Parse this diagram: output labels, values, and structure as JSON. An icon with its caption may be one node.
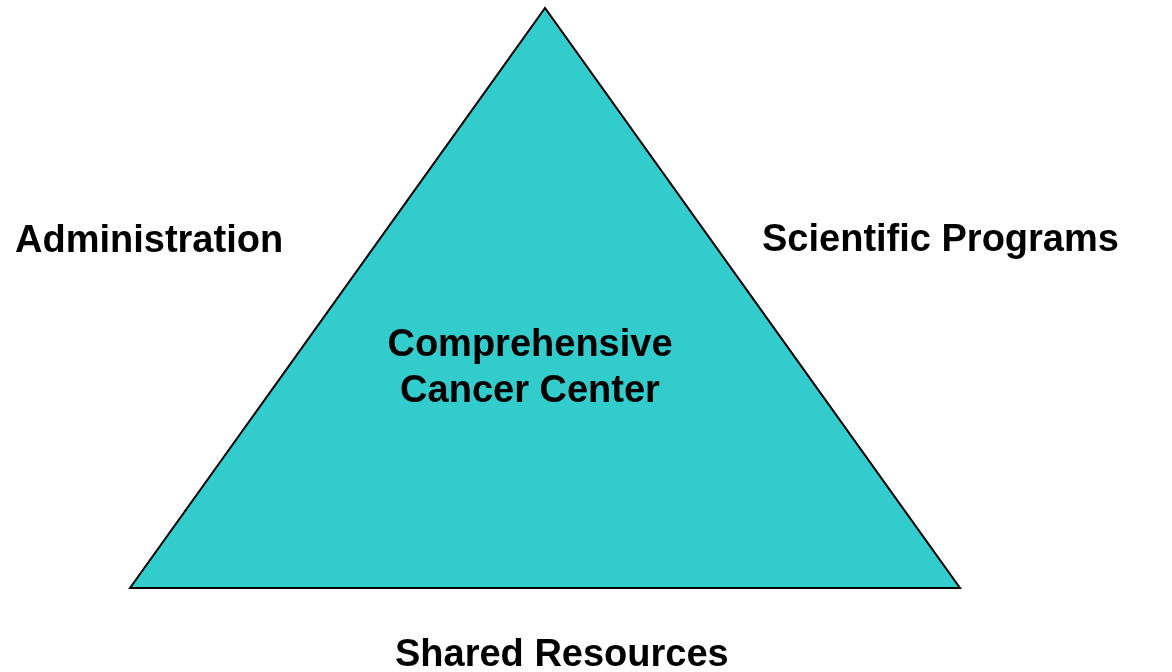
{
  "diagram": {
    "nodes": [
      {
        "text": [
          "Comprehensive Cancer Center"
        ]
      }
    ],
    "labels": [
      "Administration",
      "Scientific Programs",
      "Shared Resources"
    ]
  }
}
